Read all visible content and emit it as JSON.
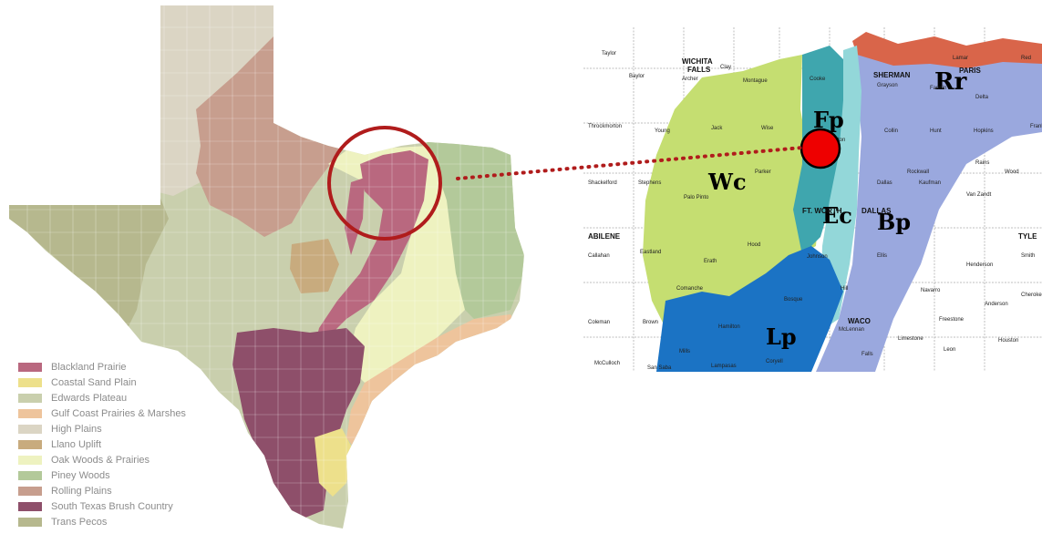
{
  "legend": {
    "items": [
      {
        "label": "Blackland Prairie",
        "color": "#b9687f"
      },
      {
        "label": "Coastal Sand Plain",
        "color": "#ede08b"
      },
      {
        "label": "Edwards Plateau",
        "color": "#c9cfad"
      },
      {
        "label": "Gulf Coast Prairies & Marshes",
        "color": "#eec49c"
      },
      {
        "label": "High Plains",
        "color": "#dbd5c4"
      },
      {
        "label": "Llano Uplift",
        "color": "#c8ab7e"
      },
      {
        "label": "Oak Woods & Prairies",
        "color": "#eef2c0"
      },
      {
        "label": "Piney Woods",
        "color": "#b3c99a"
      },
      {
        "label": "Rolling Plains",
        "color": "#c79e8e"
      },
      {
        "label": "South Texas Brush Country",
        "color": "#8e4f6a"
      },
      {
        "label": "Trans Pecos",
        "color": "#b6b88e"
      }
    ]
  },
  "detail_map": {
    "regions": {
      "wc": {
        "label": "Wc",
        "color": "#c5de71"
      },
      "fp": {
        "label": "Fp",
        "color": "#3fa6ae"
      },
      "ec": {
        "label": "Ec",
        "color": "#93d7d9"
      },
      "bp": {
        "label": "Bp",
        "color": "#9aa8de"
      },
      "lp": {
        "label": "Lp",
        "color": "#1b73c4"
      },
      "rr": {
        "label": "Rr",
        "color": "#d9654a"
      }
    },
    "cities": {
      "wichita": "WICHITA",
      "falls": "FALLS",
      "sherman": "SHERMAN",
      "paris": "PARIS",
      "ftworth": "FT. WORTH",
      "dallas": "DALLAS",
      "abilene": "ABILENE",
      "waco": "WACO",
      "tyler": "TYLE"
    },
    "counties": [
      "Baylor",
      "Archer",
      "Montague",
      "Cooke",
      "Grayson",
      "Fannin",
      "Throckmorton",
      "Young",
      "Jack",
      "Wise",
      "Denton",
      "Collin",
      "Hunt",
      "Hopkins",
      "Shackelford",
      "Stephens",
      "Palo Pinto",
      "Parker",
      "Dallas",
      "Kaufman",
      "Rains",
      "Wood",
      "Van Zandt",
      "Callahan",
      "Eastland",
      "Erath",
      "Hood",
      "Johnson",
      "Ellis",
      "Henderson",
      "Smith",
      "Comanche",
      "Hill",
      "Navarro",
      "Anderson",
      "Coleman",
      "Brown",
      "Hamilton",
      "Bosque",
      "McLennan",
      "Freestone",
      "Limestone",
      "Mills",
      "Lampasas",
      "Coryell",
      "Falls",
      "Leon",
      "Houston",
      "San Saba",
      "McCulloch",
      "Rockwall",
      "Delta",
      "Lamar",
      "Red",
      "Franklin",
      "Cherokee",
      "Taylor",
      "Clay"
    ],
    "marker_color": "#ee0000"
  },
  "highlight_color": "#b01c1c"
}
